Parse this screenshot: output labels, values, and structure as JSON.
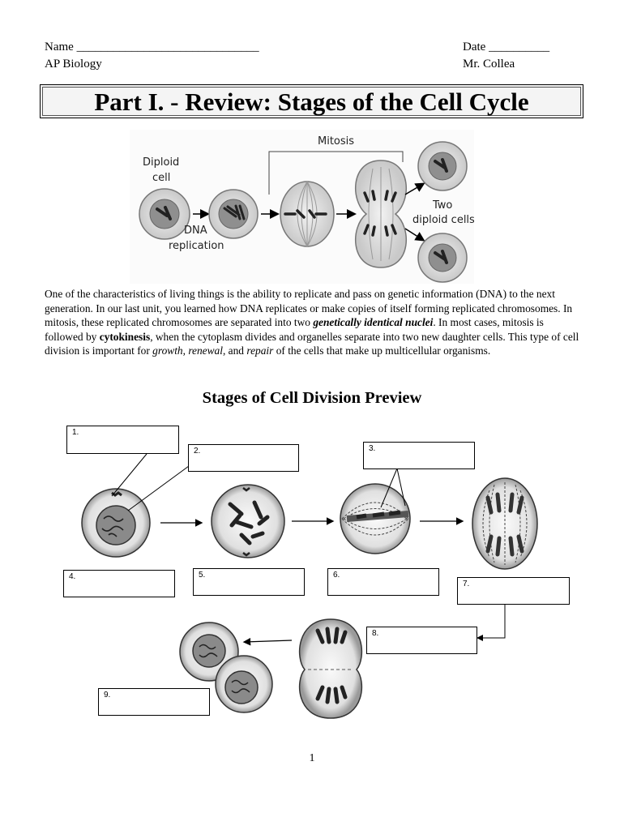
{
  "header": {
    "name_field": "Name ______________________________",
    "course": "AP Biology",
    "date_field": "Date __________",
    "teacher": "Mr. Collea"
  },
  "title": "Part I. - Review: Stages of the Cell Cycle",
  "diagram": {
    "diploid_cell_line1": "Diploid",
    "diploid_cell_line2": "cell",
    "dna_line1": "DNA",
    "dna_line2": "replication",
    "mitosis_label": "Mitosis",
    "two_line1": "Two",
    "two_line2": "diploid cells"
  },
  "intro": {
    "p1": "One of the characteristics of living things is the ability to replicate and pass on genetic information (DNA) to the next generation.  In our last unit, you learned how DNA replicates or make copies of itself forming replicated chromosomes.  In mitosis, these replicated chromosomes are separated into two ",
    "genetically": "genetically identical nuclei",
    "p2": ". In most cases, mitosis is followed by ",
    "cytokinesis": "cytokinesis",
    "p3": ", when the cytoplasm divides and organelles separate into two new daughter cells. This type of cell division is important for ",
    "growth": "growth",
    "comma": ", ",
    "renewal": "renewal",
    "and": ", and ",
    "repair": "repair",
    "p4": " of the cells that make up multicellular organisms."
  },
  "subtitle": "Stages of Cell Division Preview",
  "labels": [
    "1.",
    "2.",
    "3.",
    "4.",
    "5.",
    "6.",
    "7.",
    "8.",
    "9."
  ],
  "page_number": "1"
}
